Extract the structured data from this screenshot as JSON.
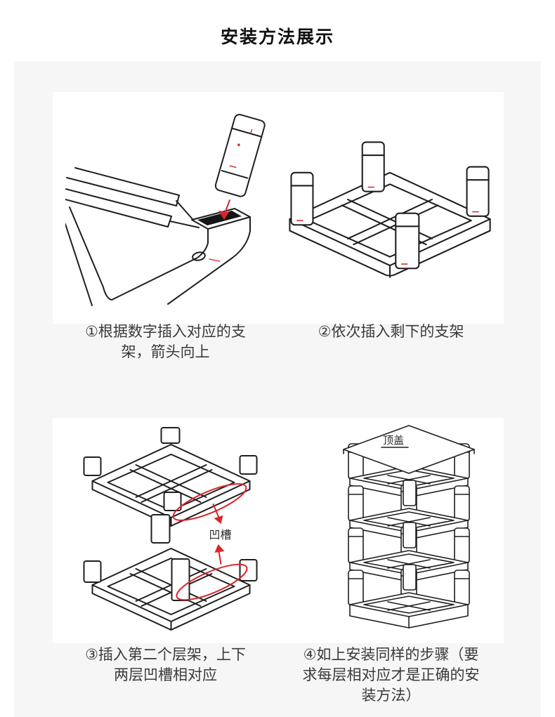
{
  "page": {
    "title": "安装方法展示",
    "background": "#ffffff",
    "panel_background": "#f6f6f7",
    "card_background": "#ffffff"
  },
  "colors": {
    "drawing_line": "#1f1f1f",
    "accent_red": "#d5262b",
    "caption_text": "#3a3a3a",
    "title_text": "#111111"
  },
  "steps": [
    {
      "caption": "①根据数字插入对应的支架，箭头向上",
      "diagram": "support-leg-inserted-into-corner-slot"
    },
    {
      "caption": "②依次插入剩下的支架",
      "diagram": "base-frame-with-four-support-legs"
    },
    {
      "caption": "③插入第二个层架，上下两层凹槽相对应",
      "diagram": "two-layers-stacked-grooves-aligned",
      "annotation": "凹槽"
    },
    {
      "caption": "④如上安装同样的步骤（要求每层相对应才是正确的安装方法）",
      "diagram": "complete-four-layer-stack-with-top-cover",
      "annotation": "顶盖"
    }
  ]
}
